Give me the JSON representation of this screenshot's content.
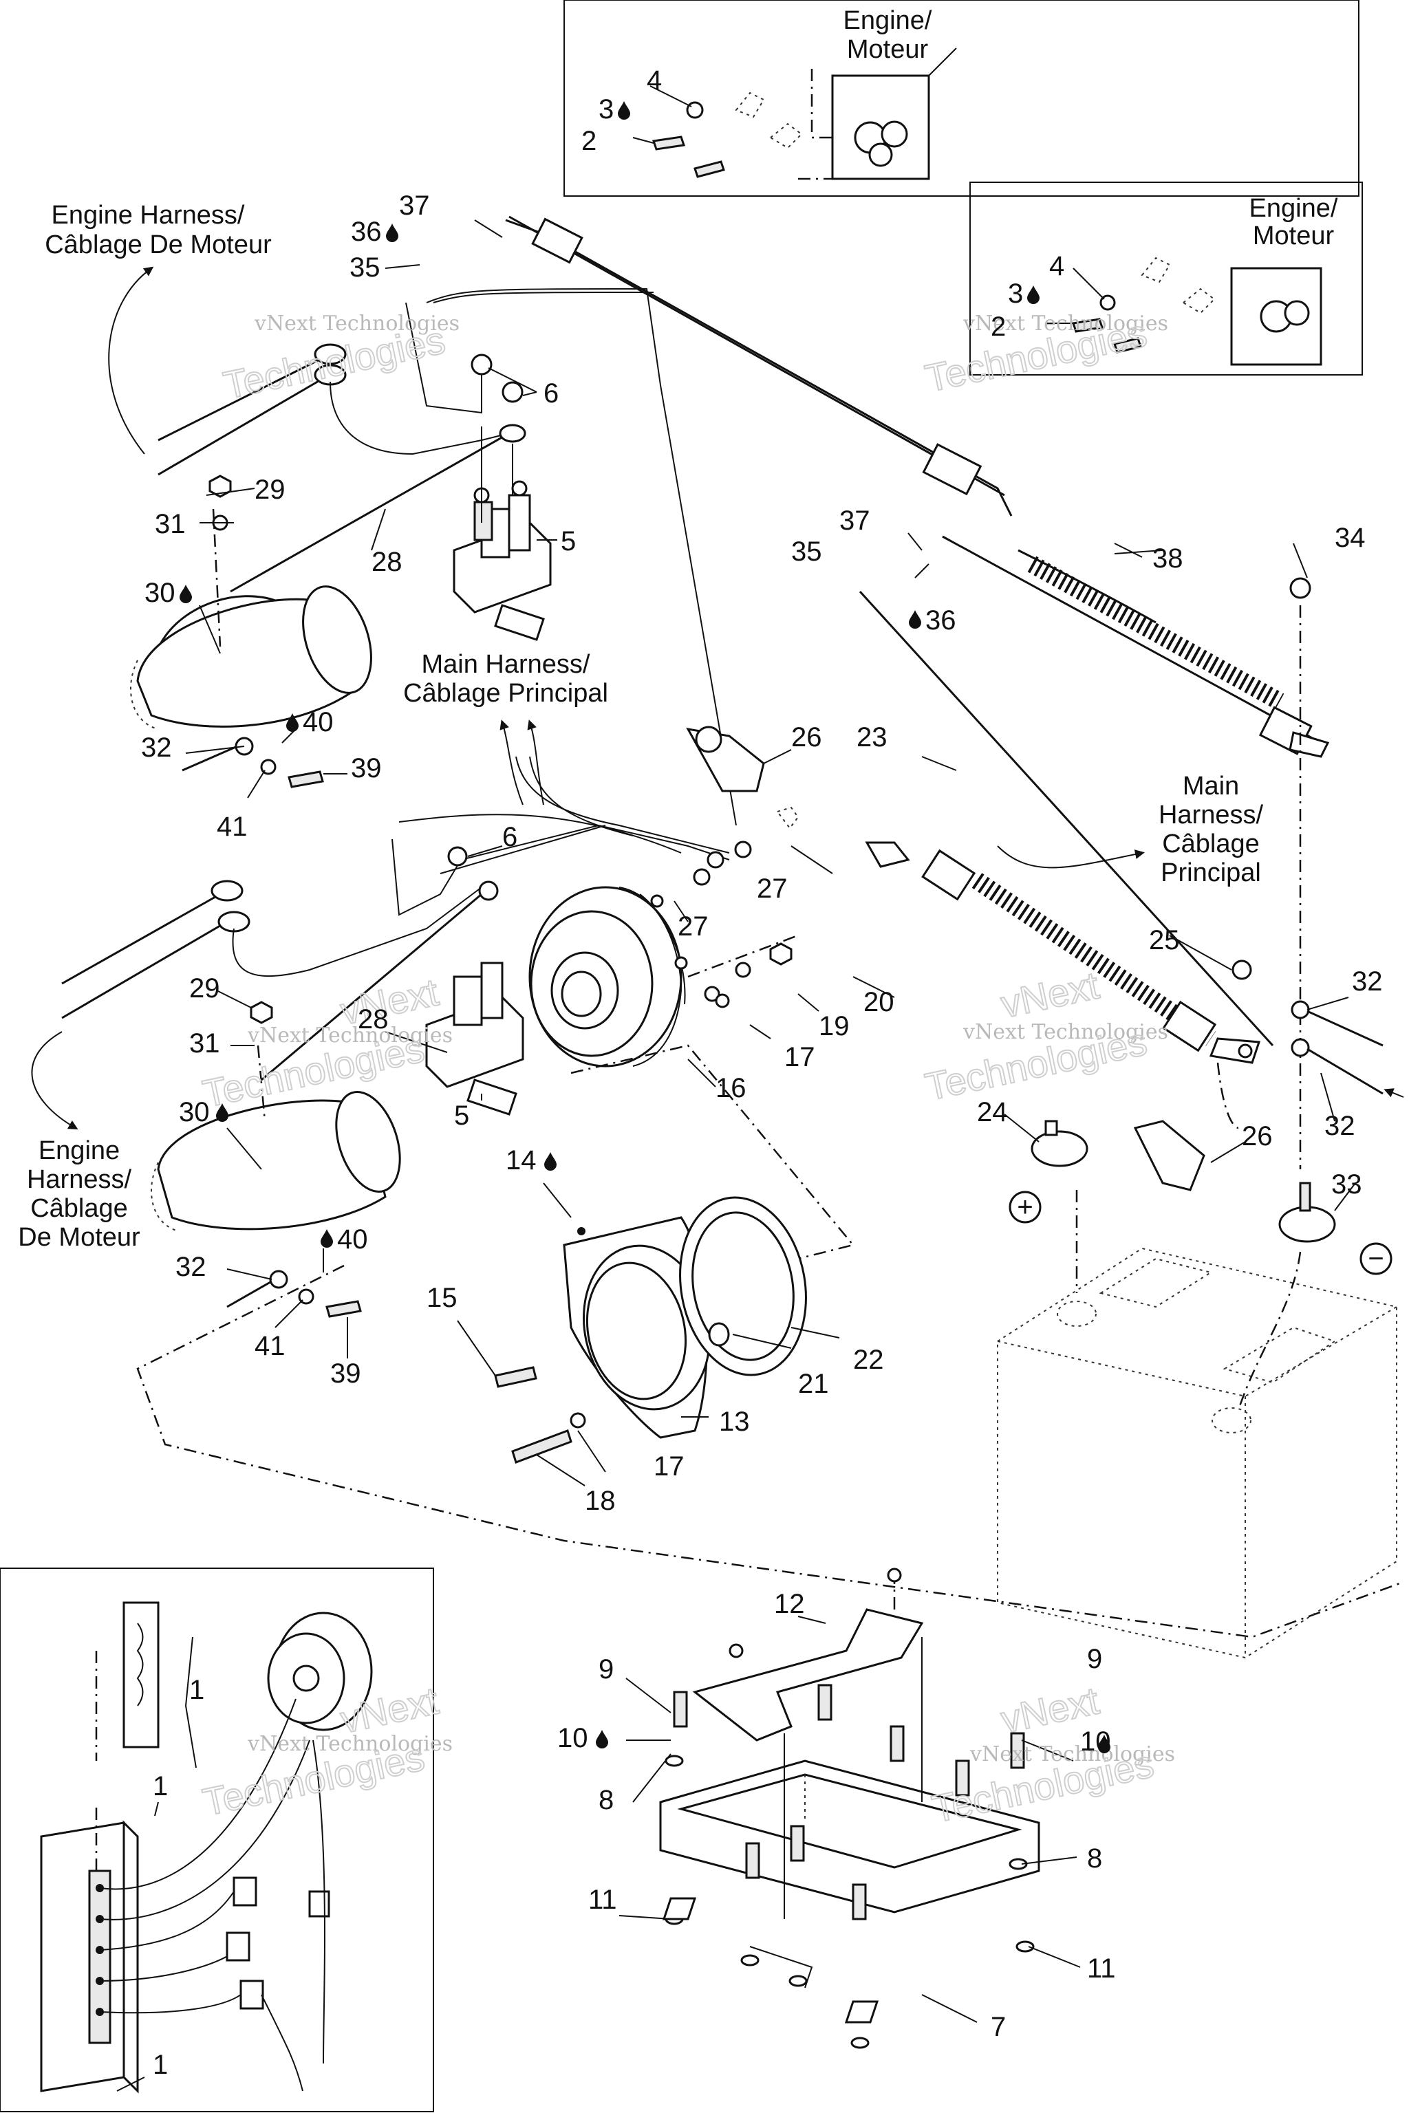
{
  "labels": {
    "engine_inset_1": [
      "Engine/",
      "Moteur"
    ],
    "engine_inset_2": [
      "Engine/",
      "Moteur"
    ],
    "engine_harness_top": [
      "Engine Harness/",
      "Câblage De Moteur"
    ],
    "engine_harness_bottom": [
      "Engine",
      "Harness/",
      "Câblage",
      "De Moteur"
    ],
    "main_harness_center": [
      "Main Harness/",
      "Câblage Principal"
    ],
    "main_harness_right": [
      "Main",
      "Harness/",
      "Câblage",
      "Principal"
    ],
    "battery_plus": "+",
    "battery_minus": "−"
  },
  "watermark": {
    "small": "vNext Technologies",
    "big": "Technologies",
    "big2": "vNext"
  },
  "callouts": {
    "c1": "1",
    "c2": "2",
    "c3": "3",
    "c4": "4",
    "c5": "5",
    "c6": "6",
    "c7": "7",
    "c8": "8",
    "c9": "9",
    "c10": "10",
    "c11": "11",
    "c12": "12",
    "c13": "13",
    "c14": "14",
    "c15": "15",
    "c16": "16",
    "c17": "17",
    "c18": "18",
    "c19": "19",
    "c20": "20",
    "c21": "21",
    "c22": "22",
    "c23": "23",
    "c24": "24",
    "c25": "25",
    "c26": "26",
    "c27": "27",
    "c28": "28",
    "c29": "29",
    "c30": "30",
    "c31": "31",
    "c32": "32",
    "c33": "33",
    "c34": "34",
    "c35": "35",
    "c36": "36",
    "c37": "37",
    "c38": "38",
    "c39": "39",
    "c40": "40",
    "c41": "41"
  },
  "colors": {
    "line": "#111111",
    "watermark": "#c8c8c8",
    "background": "#ffffff"
  },
  "icons": {
    "drop": "liquid-drop-icon"
  }
}
